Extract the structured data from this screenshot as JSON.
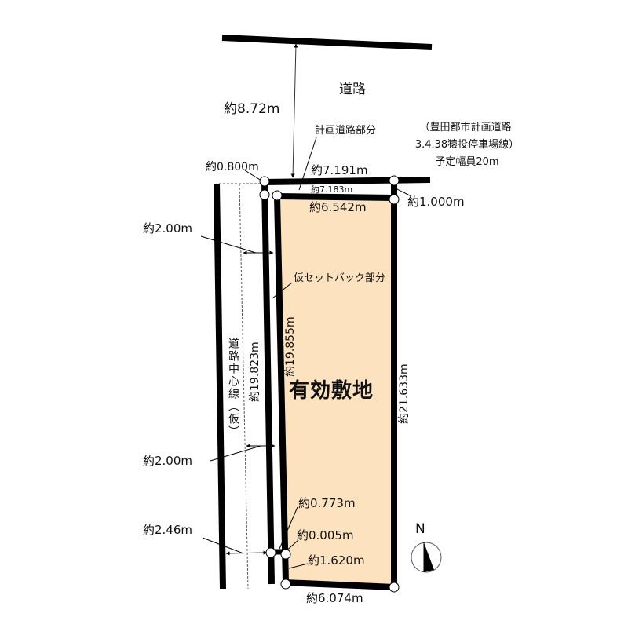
{
  "diagram": {
    "type": "site-plan",
    "colors": {
      "lot_fill": "#fde2c0",
      "line": "#000000",
      "vertex": "#ffffff"
    },
    "road_top": {
      "label": "道路",
      "width": "約8.72m"
    },
    "planned_road": {
      "label": "計画道路部分",
      "note_line1": "（豊田都市計画道路",
      "note_line2": "3.4.38猿投停車場線）",
      "note_line3": "予定幅員20m"
    },
    "dimensions": {
      "top_outer": "約7.191m",
      "top_inner": "約7.183m",
      "top_lot": "約6.542m",
      "corner_left": "約0.800m",
      "corner_right": "約1.000m",
      "left_offset_top": "約2.00m",
      "left_offset_mid": "約2.00m",
      "left_offset_bottom": "約2.46m",
      "setback_side": "約19.823m",
      "lot_left": "約19.855m",
      "lot_right": "約21.633m",
      "bottom_a": "約0.773m",
      "bottom_b": "約0.005m",
      "bottom_c": "約1.620m",
      "bottom": "約6.074m"
    },
    "labels": {
      "setback": "仮セットバック部分",
      "centerline": "道路中心線（仮）",
      "effective_lot": "有効敷地"
    },
    "compass": {
      "label": "N"
    }
  }
}
